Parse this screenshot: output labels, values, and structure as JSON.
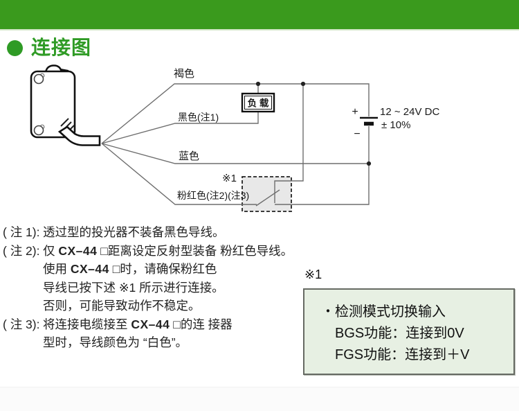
{
  "header": {
    "title": "连接图"
  },
  "colors": {
    "banner_green": "#3a9a1d",
    "title_green": "#2f9b25",
    "info_box_bg": "#e7f0e3",
    "dashed_box_bg": "#e8e8e8",
    "wire_gray": "#6e6e6e"
  },
  "diagram": {
    "wire_labels": {
      "brown": "褐色",
      "black": "黑色(注1)",
      "blue": "蓝色",
      "pink": "粉红色(注2)(注3)"
    },
    "load_label": "负 载",
    "supply_plus": "+",
    "supply_minus": "−",
    "supply_line1": "12 ~ 24V DC",
    "supply_line2": "± 10%",
    "ref_marker": "※1"
  },
  "notes": [
    {
      "prefix": "( 注 1):",
      "s1": "透过型的投光器不装备黑色导线。",
      "s2": "",
      "s3": ""
    },
    {
      "prefix": "( 注 2):",
      "s1": "仅 ",
      "s2": "CX–44",
      "s3": " □距离设定反射型装备 粉红色导线。"
    },
    {
      "prefix": "",
      "s1": "使用 ",
      "s2": "CX–44",
      "s3": " □时，请确保粉红色"
    },
    {
      "prefix": "",
      "s1": "导线已按下述 ※1 所示进行连接。",
      "s2": "",
      "s3": ""
    },
    {
      "prefix": "",
      "s1": "否则，可能导致动作不稳定。",
      "s2": "",
      "s3": ""
    },
    {
      "prefix": "( 注 3):",
      "s1": "将连接电缆接至 ",
      "s2": "CX–44",
      "s3": " □的连 接器"
    },
    {
      "prefix": "",
      "s1": "型时，导线颜色为 “白色”。",
      "s2": "",
      "s3": ""
    }
  ],
  "info_box": {
    "bullet": "・",
    "line1": "检测模式切换输入",
    "line2": "BGS功能：连接到0V",
    "line3": "FGS功能：连接到＋V"
  }
}
